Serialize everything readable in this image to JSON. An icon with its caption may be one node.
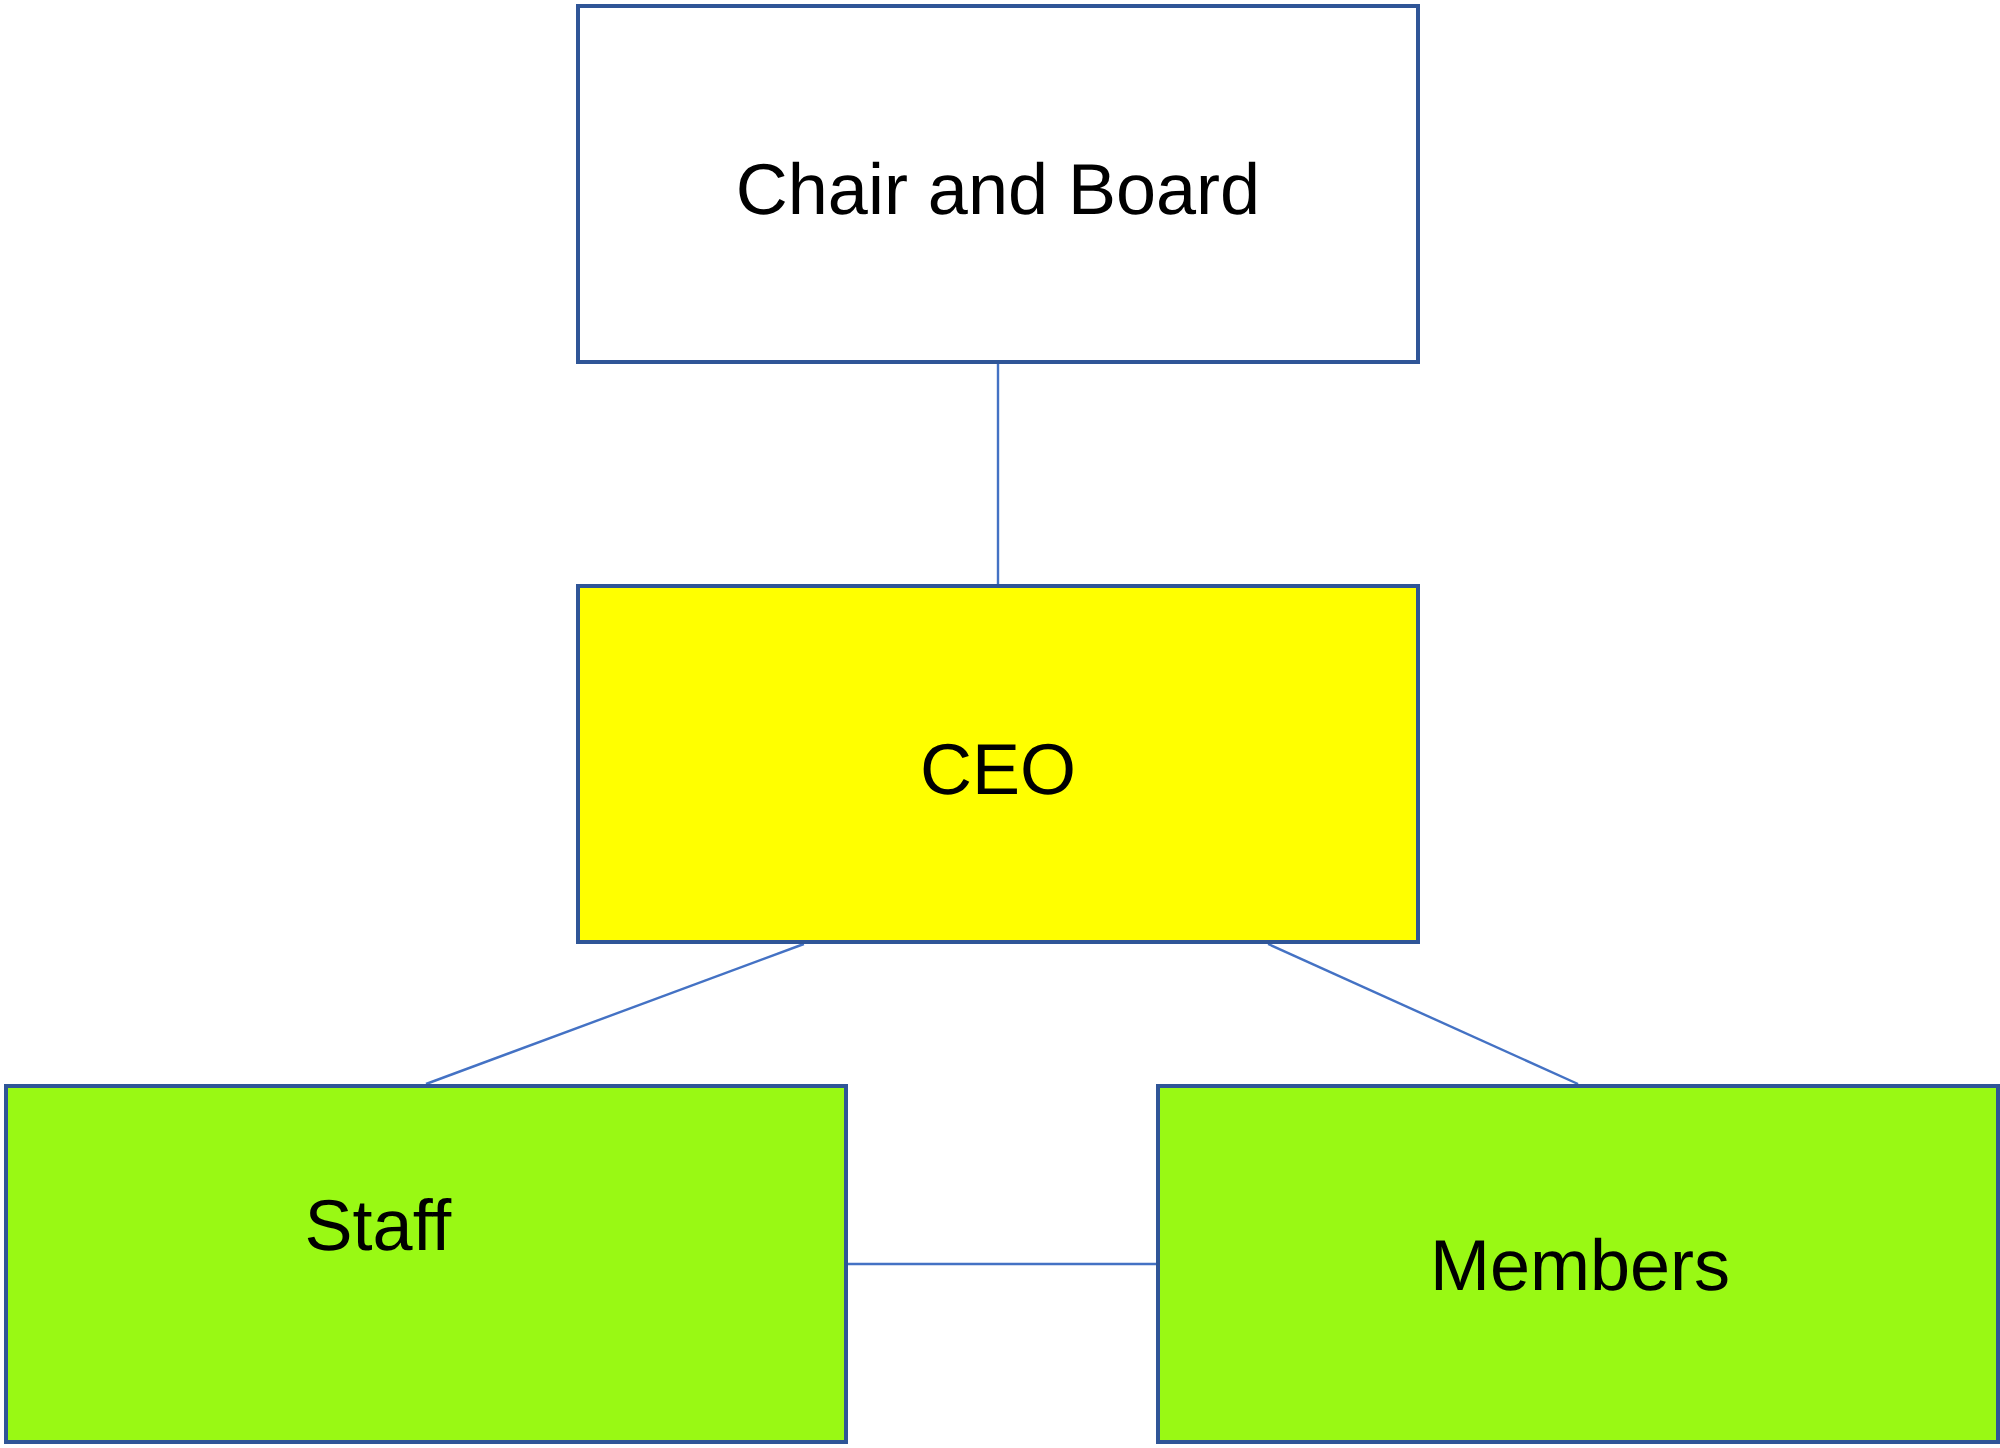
{
  "diagram": {
    "nodes": [
      {
        "text": [
          "Chair and Board"
        ]
      },
      {
        "text": [
          "CEO"
        ]
      },
      {
        "text": [
          "Staff"
        ]
      },
      {
        "text": [
          "Members"
        ]
      }
    ],
    "edges": [
      {
        "from": 0,
        "to": 1,
        "arrow": "none"
      },
      {
        "from": 1,
        "to": 2,
        "arrow": "none"
      },
      {
        "from": 1,
        "to": 3,
        "arrow": "none"
      },
      {
        "from": 2,
        "to": 3,
        "arrow": "none"
      }
    ]
  }
}
